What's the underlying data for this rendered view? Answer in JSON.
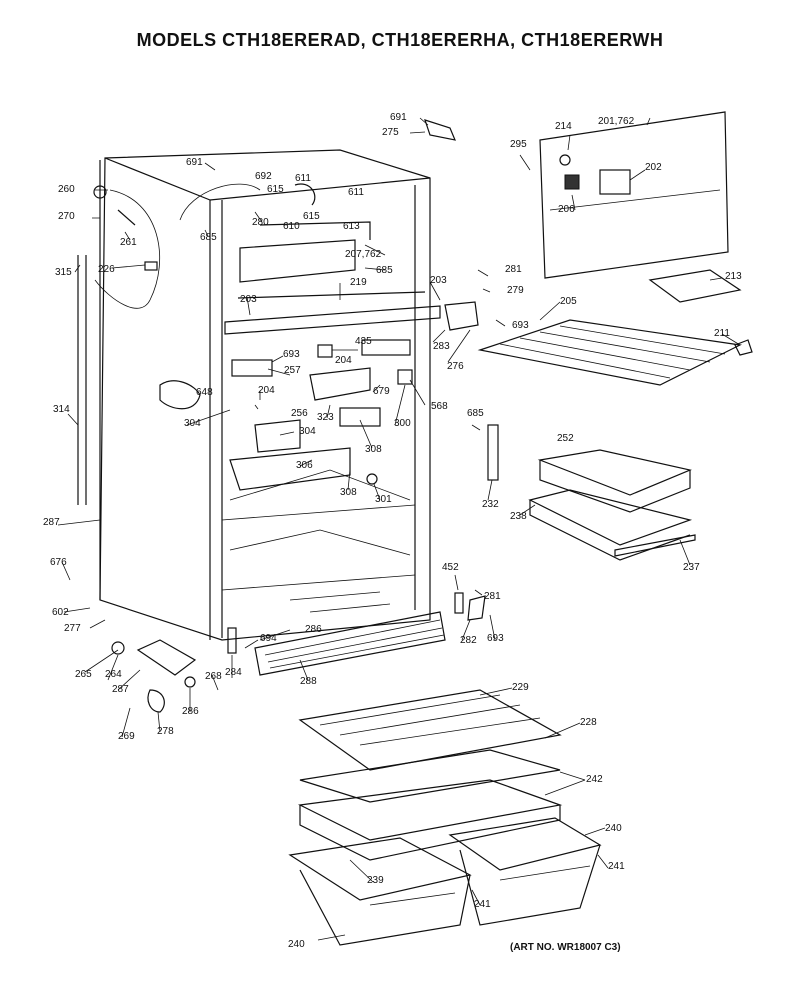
{
  "title": "MODELS CTH18ERERAD, CTH18ERERHA, CTH18ERERWH",
  "art_number": "(ART NO. WR18007 C3)",
  "part_labels": {
    "p691a": "691",
    "p275": "275",
    "p201": "201,762",
    "p214": "214",
    "p295": "295",
    "p202": "202",
    "p206": "206",
    "p691b": "691",
    "p692": "692",
    "p611a": "611",
    "p611b": "611",
    "p615a": "615",
    "p615b": "615",
    "p610": "610",
    "p613": "613",
    "p260": "260",
    "p270": "270",
    "p261": "261",
    "p280": "280",
    "p685a": "685",
    "p207": "207,762",
    "p685b": "685",
    "p315": "315",
    "p226": "226",
    "p219": "219",
    "p203a": "203",
    "p203b": "203",
    "p281a": "281",
    "p279": "279",
    "p213": "213",
    "p205": "205",
    "p693a": "693",
    "p211": "211",
    "p283": "283",
    "p276": "276",
    "p435": "435",
    "p693b": "693",
    "p204a": "204",
    "p257": "257",
    "p679": "679",
    "p204b": "204",
    "p648": "648",
    "p256": "256",
    "p568": "568",
    "p323": "323",
    "p314": "314",
    "p304a": "304",
    "p304b": "304",
    "p300": "300",
    "p308a": "308",
    "p685c": "685",
    "p252": "252",
    "p306": "306",
    "p308b": "308",
    "p301": "301",
    "p232": "232",
    "p238": "238",
    "p237": "237",
    "p287a": "287",
    "p676": "676",
    "p452": "452",
    "p281b": "281",
    "p602": "602",
    "p277": "277",
    "p282": "282",
    "p693c": "693",
    "p286a": "286",
    "p694": "694",
    "p284": "284",
    "p265": "265",
    "p264": "264",
    "p287b": "287",
    "p288": "288",
    "p268": "268",
    "p286b": "286",
    "p278": "278",
    "p269": "269",
    "p229": "229",
    "p228": "228",
    "p242": "242",
    "p240a": "240",
    "p241a": "241",
    "p239": "239",
    "p241b": "241",
    "p240b": "240"
  }
}
